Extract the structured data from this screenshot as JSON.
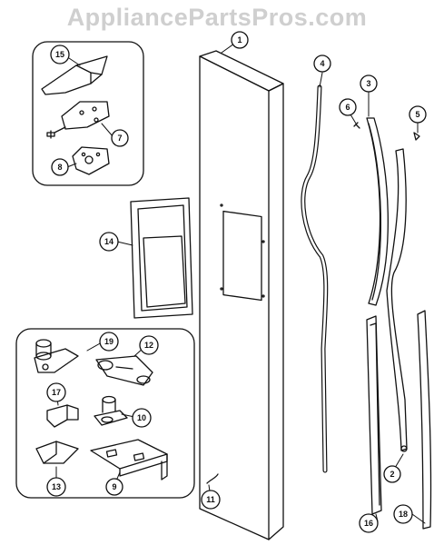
{
  "watermark": "AppliancePartsPros.com",
  "callouts": {
    "c1": "1",
    "c2": "2",
    "c3": "3",
    "c4": "4",
    "c5": "5",
    "c6": "6",
    "c7": "7",
    "c8": "8",
    "c9": "9",
    "c10": "10",
    "c11": "11",
    "c12": "12",
    "c13": "13",
    "c14": "14",
    "c15": "15",
    "c16": "16",
    "c17": "17",
    "c18": "18",
    "c19": "19"
  },
  "colors": {
    "line": "#111111",
    "watermark": "#cfcfcf",
    "background": "#ffffff"
  }
}
